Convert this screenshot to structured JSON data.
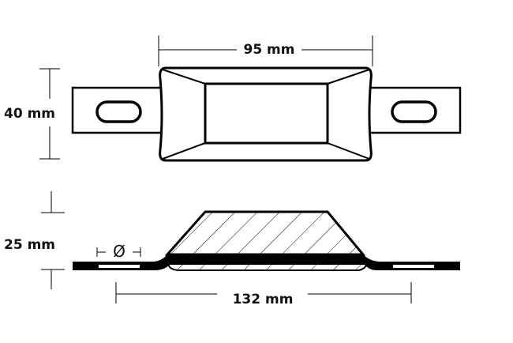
{
  "dimensions": {
    "width_top": "95 mm",
    "height_top": "40 mm",
    "height_side": "25 mm",
    "hole_diameter": "Ø",
    "length_total": "132 mm"
  },
  "colors": {
    "ink": "#000000",
    "background": "#ffffff"
  }
}
